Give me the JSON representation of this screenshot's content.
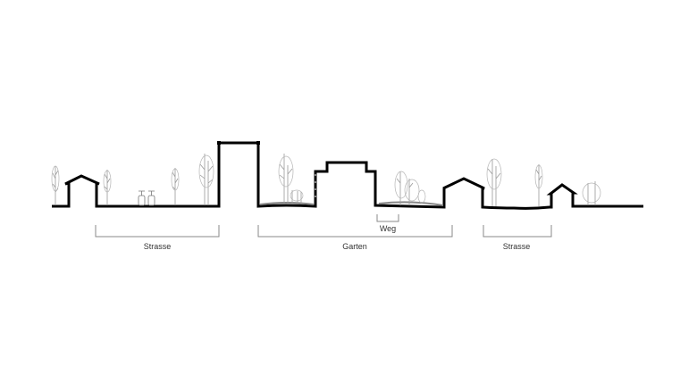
{
  "diagram": {
    "type": "site-section",
    "labels": {
      "street_left": "Strasse",
      "garden": "Garten",
      "path": "Weg",
      "street_right": "Strasse"
    },
    "colors": {
      "profile": "#000000",
      "bracket": "#8a8a8a",
      "vegetation": "#9a9a9a"
    }
  }
}
